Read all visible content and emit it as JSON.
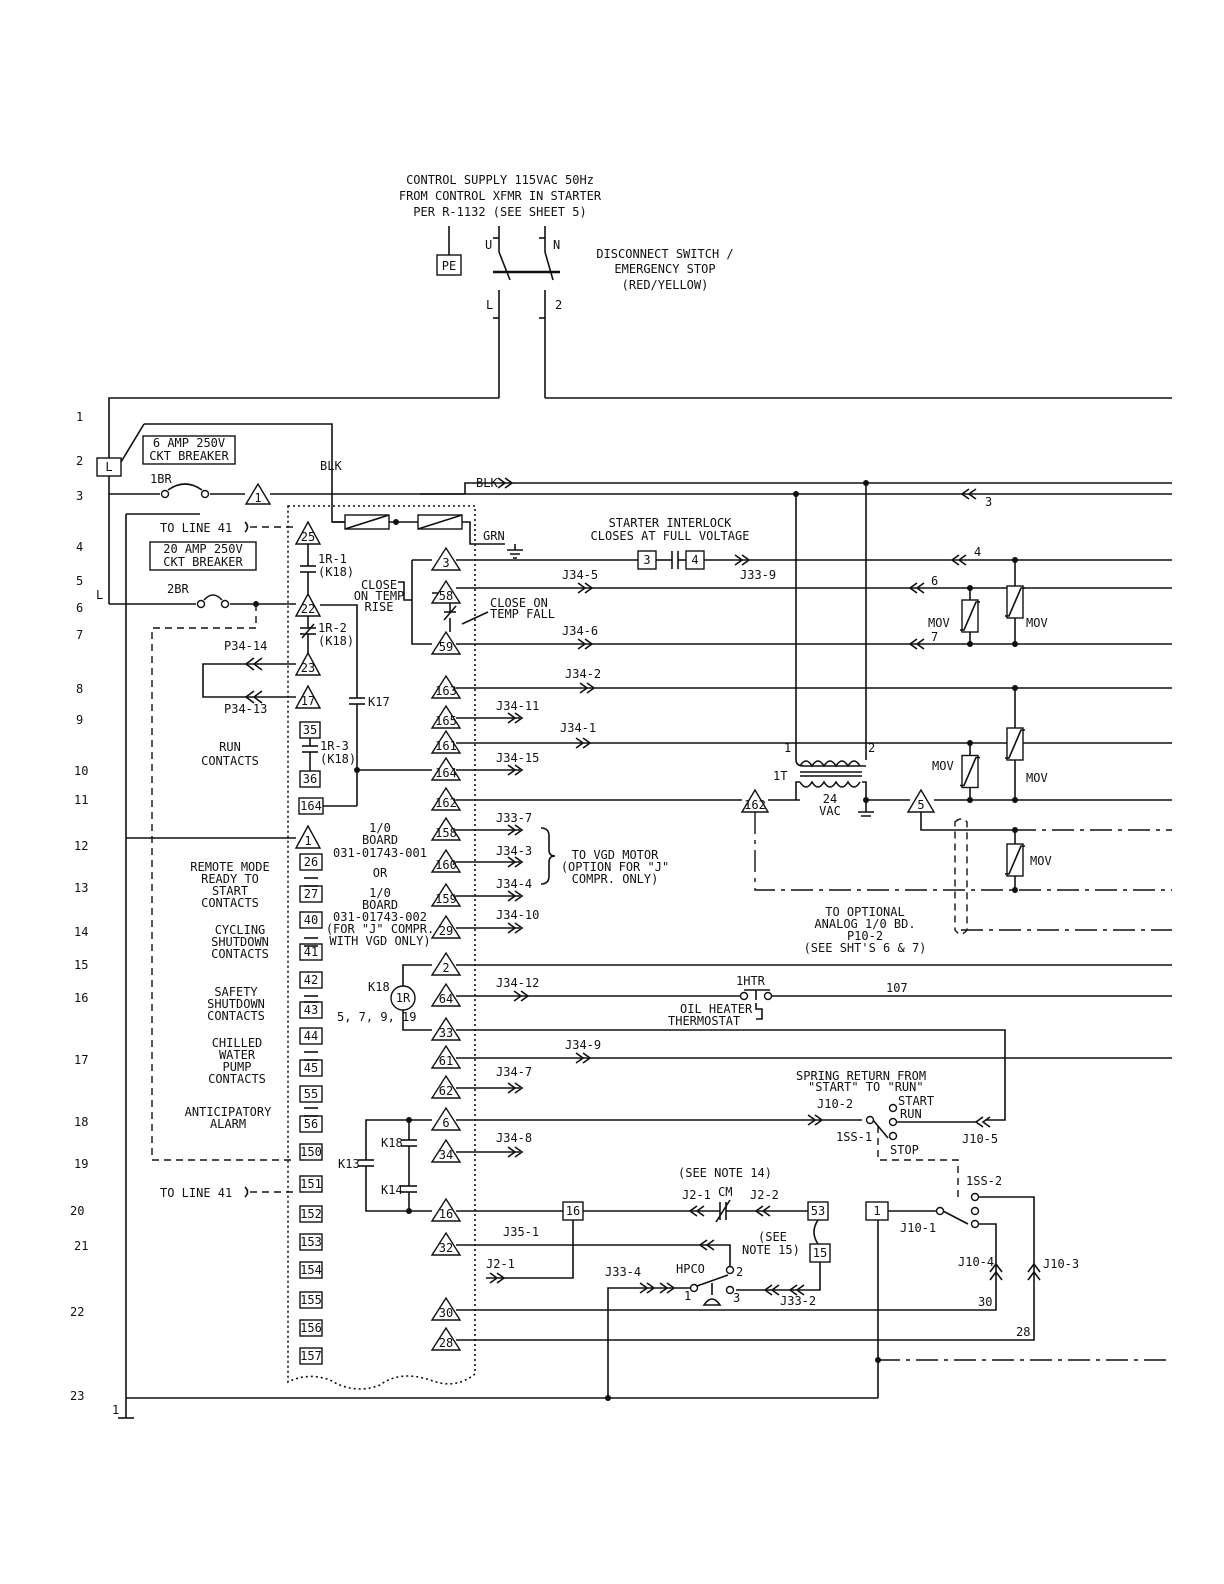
{
  "header": {
    "control_supply": [
      "CONTROL SUPPLY  115VAC 50Hz",
      "FROM CONTROL XFMR IN STARTER",
      "PER R-1132 (SEE SHEET 5)"
    ],
    "disconnect": [
      "DISCONNECT SWITCH /",
      "EMERGENCY STOP",
      "(RED/YELLOW)"
    ],
    "pe": "PE",
    "u": "U",
    "n": "N",
    "l": "L",
    "two": "2"
  },
  "line_numbers": [
    "1",
    "2",
    "3",
    "4",
    "5",
    "6",
    "7",
    "8",
    "9",
    "10",
    "11",
    "12",
    "13",
    "14",
    "15",
    "16",
    "17",
    "18",
    "19",
    "20",
    "21",
    "22",
    "23"
  ],
  "left": {
    "L_box": "L",
    "L_label": "L",
    "breaker1": [
      "6 AMP 250V",
      "CKT BREAKER"
    ],
    "breaker2": [
      "20 AMP 250V",
      "CKT BREAKER"
    ],
    "ibr": "1BR",
    "twobr": "2BR",
    "to_line_41a": "TO LINE 41",
    "to_line_41b": "TO LINE 41",
    "p34_14": "P34-14",
    "p34_13": "P34-13",
    "run_contacts": [
      "RUN",
      "CONTACTS"
    ],
    "remote_mode": [
      "REMOTE MODE",
      "READY TO",
      "START",
      "CONTACTS"
    ],
    "cycling": [
      "CYCLING",
      "SHUTDOWN",
      "CONTACTS"
    ],
    "safety": [
      "SAFETY",
      "SHUTDOWN",
      "CONTACTS"
    ],
    "chilled": [
      "CHILLED",
      "WATER",
      "PUMP",
      "CONTACTS"
    ],
    "anticipatory": [
      "ANTICIPATORY",
      "ALARM"
    ],
    "ground_1": "1"
  },
  "board": {
    "ir1": [
      "1R-1",
      "(K18)"
    ],
    "ir2": [
      "1R-2",
      "(K18)"
    ],
    "ir3": [
      "1R-3",
      "(K18)"
    ],
    "k17": "K17",
    "k13": "K13",
    "k18": "K18",
    "k14": "K14",
    "k18_coil": "K18",
    "ir": "1R",
    "k18_lines": "5, 7, 9, 19",
    "io_board": [
      "1/0",
      "BOARD",
      "031-01743-001",
      "OR",
      "1/0",
      "BOARD",
      "031-01743-002",
      "(FOR \"J\" COMPR.",
      "WITH VGD ONLY)"
    ],
    "close_on_temp_rise": [
      "CLOSE",
      "ON TEMP",
      "RISE"
    ],
    "close_on_temp_fall": [
      "CLOSE ON",
      "TEMP FALL"
    ],
    "left_terms": [
      "25",
      "22",
      "23",
      "17",
      "35",
      "36",
      "164",
      "1",
      "26",
      "27",
      "40",
      "41",
      "42",
      "43",
      "44",
      "45",
      "55",
      "56",
      "150",
      "151",
      "152",
      "153",
      "154",
      "155",
      "156",
      "157"
    ],
    "right_terms": [
      "3",
      "58",
      "59",
      "163",
      "165",
      "161",
      "164",
      "162",
      "158",
      "160",
      "159",
      "29",
      "2",
      "64",
      "33",
      "61",
      "62",
      "6",
      "34",
      "16",
      "32",
      "30",
      "28"
    ]
  },
  "right": {
    "blk1": "BLK",
    "blk2": "BLK",
    "grn": "GRN",
    "starter_interlock": [
      "STARTER INTERLOCK",
      "CLOSES AT FULL VOLTAGE"
    ],
    "j34_5": "J34-5",
    "j34_6": "J34-6",
    "j34_2": "J34-2",
    "j34_11": "J34-11",
    "j34_1": "J34-1",
    "j34_15": "J34-15",
    "j33_9": "J33-9",
    "j33_7": "J33-7",
    "j34_3": "J34-3",
    "j34_4": "J34-4",
    "j34_10": "J34-10",
    "j34_12": "J34-12",
    "j34_9": "J34-9",
    "j34_7": "J34-7",
    "j34_8": "J34-8",
    "vgd": [
      "TO VGD MOTOR",
      "(OPTION FOR \"J\"",
      "COMPR. ONLY)"
    ],
    "it": "1T",
    "vac": [
      "24",
      "VAC"
    ],
    "xf1": "1",
    "xf2": "2",
    "mov": "MOV",
    "optional": [
      "TO OPTIONAL",
      "ANALOG 1/0 BD.",
      "P10-2",
      "(SEE SHT'S 6 & 7)"
    ],
    "ihtr": "1HTR",
    "w107": "107",
    "oil_heater": [
      "OIL HEATER",
      "THERMOSTAT"
    ],
    "spring_return": [
      "SPRING RETURN FROM",
      "\"START\" TO \"RUN\""
    ],
    "j10_2": "J10-2",
    "iss1": "1SS-1",
    "start": "START",
    "run": "RUN",
    "stop": "STOP",
    "j10_5": "J10-5",
    "see_note_14": "(SEE NOTE 14)",
    "cm": "CM",
    "j2_1a": "J2-1",
    "j2_2": "J2-2",
    "b53": "53",
    "b16": "16",
    "b15": "15",
    "see_note_15": [
      "(SEE",
      "NOTE 15)"
    ],
    "j35_1": "J35-1",
    "j2_1b": "J2-1",
    "j33_4": "J33-4",
    "hpco": "HPCO",
    "h1": "1",
    "h2": "2",
    "h3": "3",
    "j33_2": "J33-2",
    "b1": "1",
    "j10_1": "J10-1",
    "iss2": "1SS-2",
    "j10_4": "J10-4",
    "j10_3": "J10-3",
    "w30": "30",
    "w28": "28",
    "r3": "3",
    "r4": "4",
    "r6": "6",
    "r7": "7",
    "t5": "5",
    "t162": "162",
    "s3": "3",
    "s4": "4"
  }
}
